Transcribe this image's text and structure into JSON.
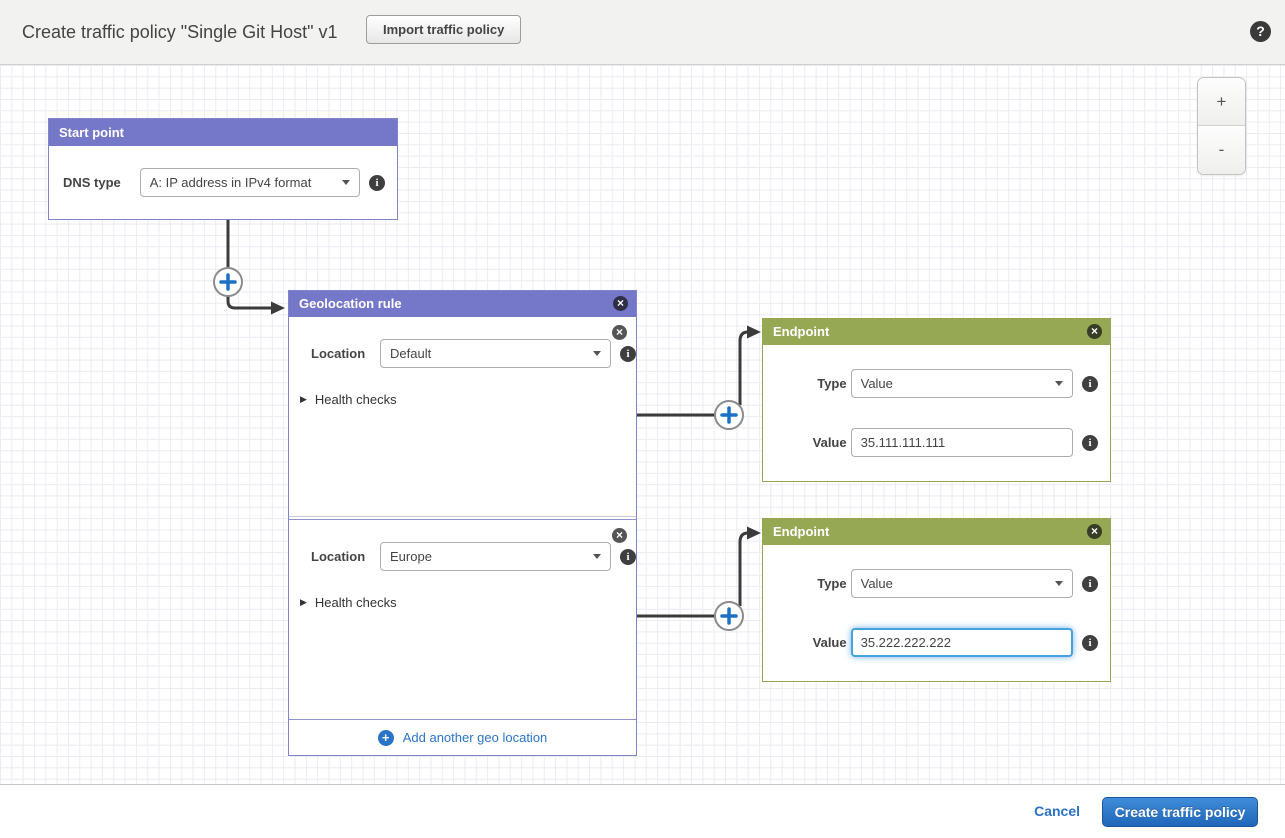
{
  "header": {
    "title": "Create traffic policy \"Single Git Host\" v1",
    "import_button": "Import traffic policy"
  },
  "zoom_controls": {
    "zoom_in": "+",
    "zoom_out": "-"
  },
  "icons": {
    "help": "?",
    "close": "×",
    "info": "i",
    "plus": "+",
    "expander": "▶"
  },
  "colors": {
    "rule_purple": "#7578c9",
    "endpoint_green": "#96a854",
    "link_blue": "#2a74c9",
    "primary_button_blue": "#2066ba",
    "connector_dark": "#3b3b3b"
  },
  "canvas": {
    "start_point": {
      "title": "Start point",
      "dns_type_label": "DNS type",
      "dns_type_value": "A: IP address in IPv4 format"
    },
    "geolocation_rule": {
      "title": "Geolocation rule",
      "add_link": "Add another geo location",
      "locations": [
        {
          "label": "Location",
          "value": "Default",
          "health_checks": "Health checks"
        },
        {
          "label": "Location",
          "value": "Europe",
          "health_checks": "Health checks"
        }
      ]
    },
    "endpoints": [
      {
        "title": "Endpoint",
        "type_label": "Type",
        "type_value": "Value",
        "value_label": "Value",
        "value": "35.111.111.111",
        "focused": false
      },
      {
        "title": "Endpoint",
        "type_label": "Type",
        "type_value": "Value",
        "value_label": "Value",
        "value": "35.222.222.222",
        "focused": true
      }
    ]
  },
  "footer": {
    "cancel": "Cancel",
    "create": "Create traffic policy"
  }
}
